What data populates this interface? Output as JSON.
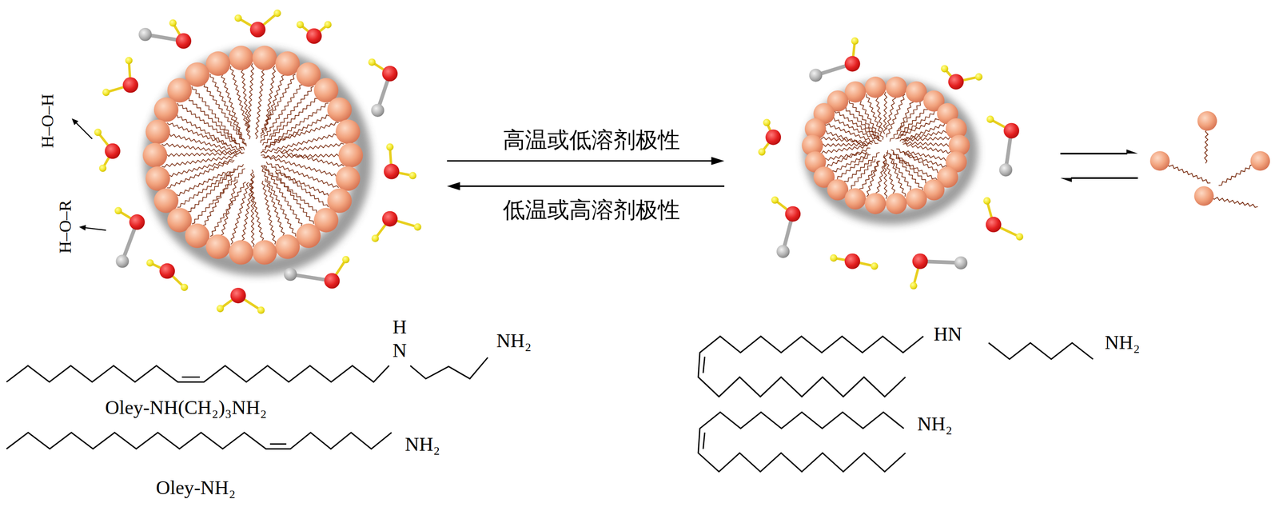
{
  "diagram": {
    "labels": [
      "H–O–H",
      "H–O–R",
      "高温或低溶剂极性",
      "低温或高溶剂极性",
      "H",
      "N",
      "NH₂",
      "Oley-NH(CH₂)₃NH₂",
      "NH₂",
      "Oley-NH₂",
      "HN",
      "NH₂",
      "NH₂"
    ]
  }
}
